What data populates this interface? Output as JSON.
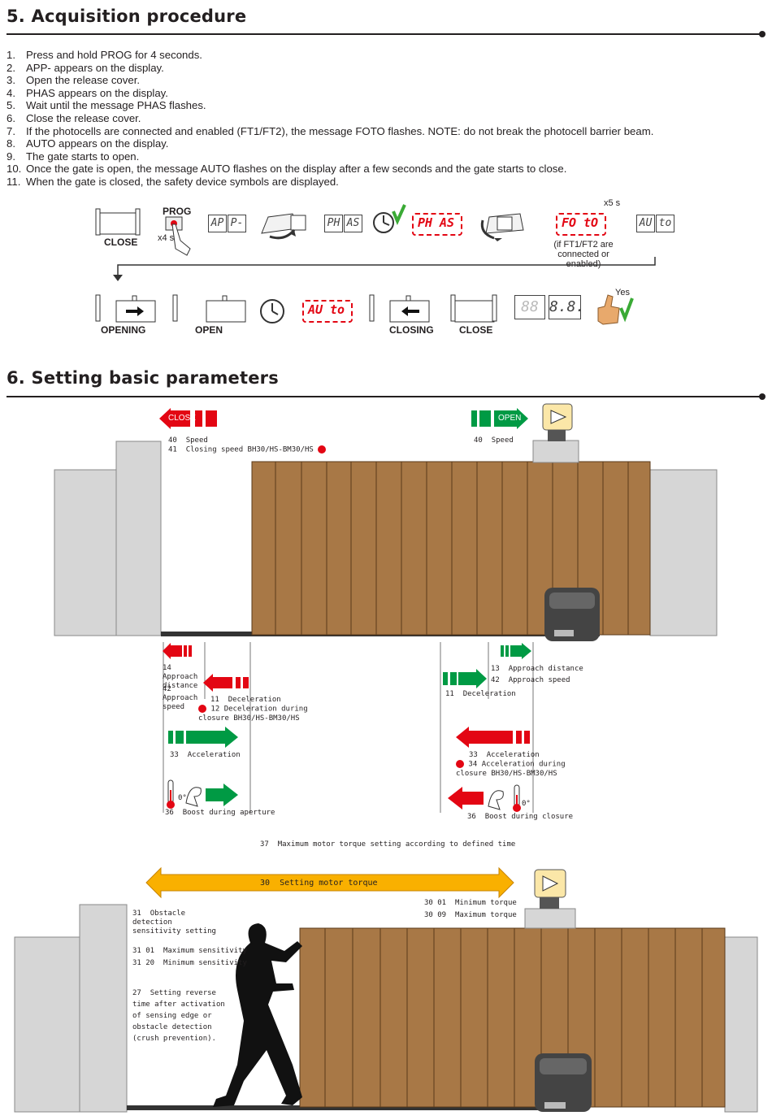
{
  "section5": {
    "number": "5.",
    "title": "Acquisition procedure",
    "steps": [
      {
        "n": "1.",
        "text": "Press and hold PROG for 4 seconds."
      },
      {
        "n": "2.",
        "text": "APP- appears on the display."
      },
      {
        "n": "3.",
        "text": "Open the release cover."
      },
      {
        "n": "4.",
        "text": "PHAS appears on the display."
      },
      {
        "n": "5.",
        "text": "Wait until the message PHAS flashes."
      },
      {
        "n": "6.",
        "text": "Close the release cover."
      },
      {
        "n": "7.",
        "text": "If the photocells are connected and enabled (FT1/FT2), the message FOTO flashes. NOTE: do not break the photocell barrier beam."
      },
      {
        "n": "8.",
        "text": "AUTO appears on the display."
      },
      {
        "n": "9.",
        "text": "The gate starts to open."
      },
      {
        "n": "10.",
        "text": "Once the gate is open, the message AUTO flashes on the display after a few seconds and the gate starts to close."
      },
      {
        "n": "11.",
        "text": "When the gate is closed, the safety device symbols are displayed."
      }
    ],
    "diagram": {
      "close": "CLOSE",
      "prog": "PROG",
      "x4s": "x4 s",
      "app_a": "AP",
      "app_b": "P-",
      "phas_a": "PH",
      "phas_b": "AS",
      "foto_a": "FO",
      "foto_b": "tO",
      "x5s": "x5 s",
      "foto_note": "(if FT1/FT2 are connected or enabled)",
      "auto_a": "AU",
      "auto_b": "to",
      "opening": "OPENING",
      "open": "OPEN",
      "closing": "CLOSING",
      "close2": "CLOSE",
      "seg_a": "88",
      "seg_b": "8.8.",
      "yes": "Yes"
    }
  },
  "section6": {
    "number": "6.",
    "title": "Setting basic parameters",
    "top": {
      "close_btn": "CLOSE",
      "open_btn": "OPEN",
      "left_params": [
        {
          "code": "40",
          "text": "Speed"
        },
        {
          "code": "41",
          "text": "Closing speed BH30/HS-BM30/HS"
        }
      ],
      "right_params": [
        {
          "code": "40",
          "text": "Speed"
        }
      ],
      "left_approach": {
        "c1": "14",
        "t1": "Approach distance",
        "c2": "42",
        "t2": "Approach speed"
      },
      "left_decel": {
        "c1": "11",
        "t1": "Deceleration",
        "c2": "12",
        "t2": "Deceleration during closure BH30/HS-BM30/HS"
      },
      "left_accel": {
        "code": "33",
        "text": "Acceleration"
      },
      "left_boost": {
        "code": "36",
        "text": "Boost during aperture",
        "zero": "0°"
      },
      "right_approach": {
        "c1": "13",
        "t1": "Approach distance",
        "c2": "42",
        "t2": "Approach speed"
      },
      "right_decel": {
        "code": "11",
        "text": "Deceleration"
      },
      "right_accel": {
        "c1": "33",
        "t1": "Acceleration",
        "c2": "34",
        "t2": "Acceleration during closure BH30/HS-BM30/HS"
      },
      "right_boost": {
        "code": "36",
        "text": "Boost during closure",
        "zero": "0°"
      },
      "max_torque": {
        "code": "37",
        "text": "Maximum motor torque setting according to defined time"
      }
    },
    "bottom": {
      "torque_bar": {
        "code": "30",
        "text": "Setting motor torque"
      },
      "min_torque": {
        "code": "30 01",
        "text": "Minimum torque"
      },
      "max_torque": {
        "code": "30 09",
        "text": "Maximum torque"
      },
      "obstacle": {
        "code": "31",
        "text": "Obstacle detection sensitivity setting"
      },
      "max_sens": {
        "code": "31 01",
        "text": "Maximum sensitivity"
      },
      "min_sens": {
        "code": "31 20",
        "text": "Minimum sensitivity"
      },
      "reverse": {
        "code": "27",
        "text": "Setting reverse time after activation of sensing edge or obstacle detection (crush prevention)."
      }
    }
  },
  "colors": {
    "red": "#e30613",
    "green": "#009a44",
    "wood": "#a87846",
    "orange": "#f9b000",
    "wall": "#d6d6d6"
  }
}
